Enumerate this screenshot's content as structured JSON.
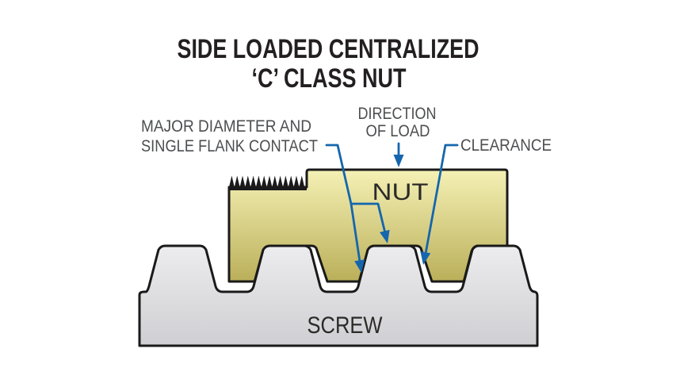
{
  "title": {
    "line1": "SIDE LOADED CENTRALIZED",
    "line2": "‘C’ CLASS NUT"
  },
  "labels": {
    "major_diameter_line1": "MAJOR DIAMETER AND",
    "major_diameter_line2": "SINGLE FLANK CONTACT",
    "direction_line1": "DIRECTION",
    "direction_line2": "OF LOAD",
    "clearance": "CLEARANCE",
    "nut": "NUT",
    "screw": "SCREW"
  },
  "colors": {
    "background": "#ffffff",
    "outline": "#1a1a1a",
    "leader_blue": "#1566ad",
    "nut_gradient_top": "#f5f1b5",
    "nut_gradient_bottom": "#b9ae58",
    "screw_gradient_top": "#ededef",
    "screw_gradient_bottom": "#cfcfd3",
    "title_color": "#231f20",
    "label_color": "#4d4e50",
    "part_label_color": "#2b2a28"
  }
}
